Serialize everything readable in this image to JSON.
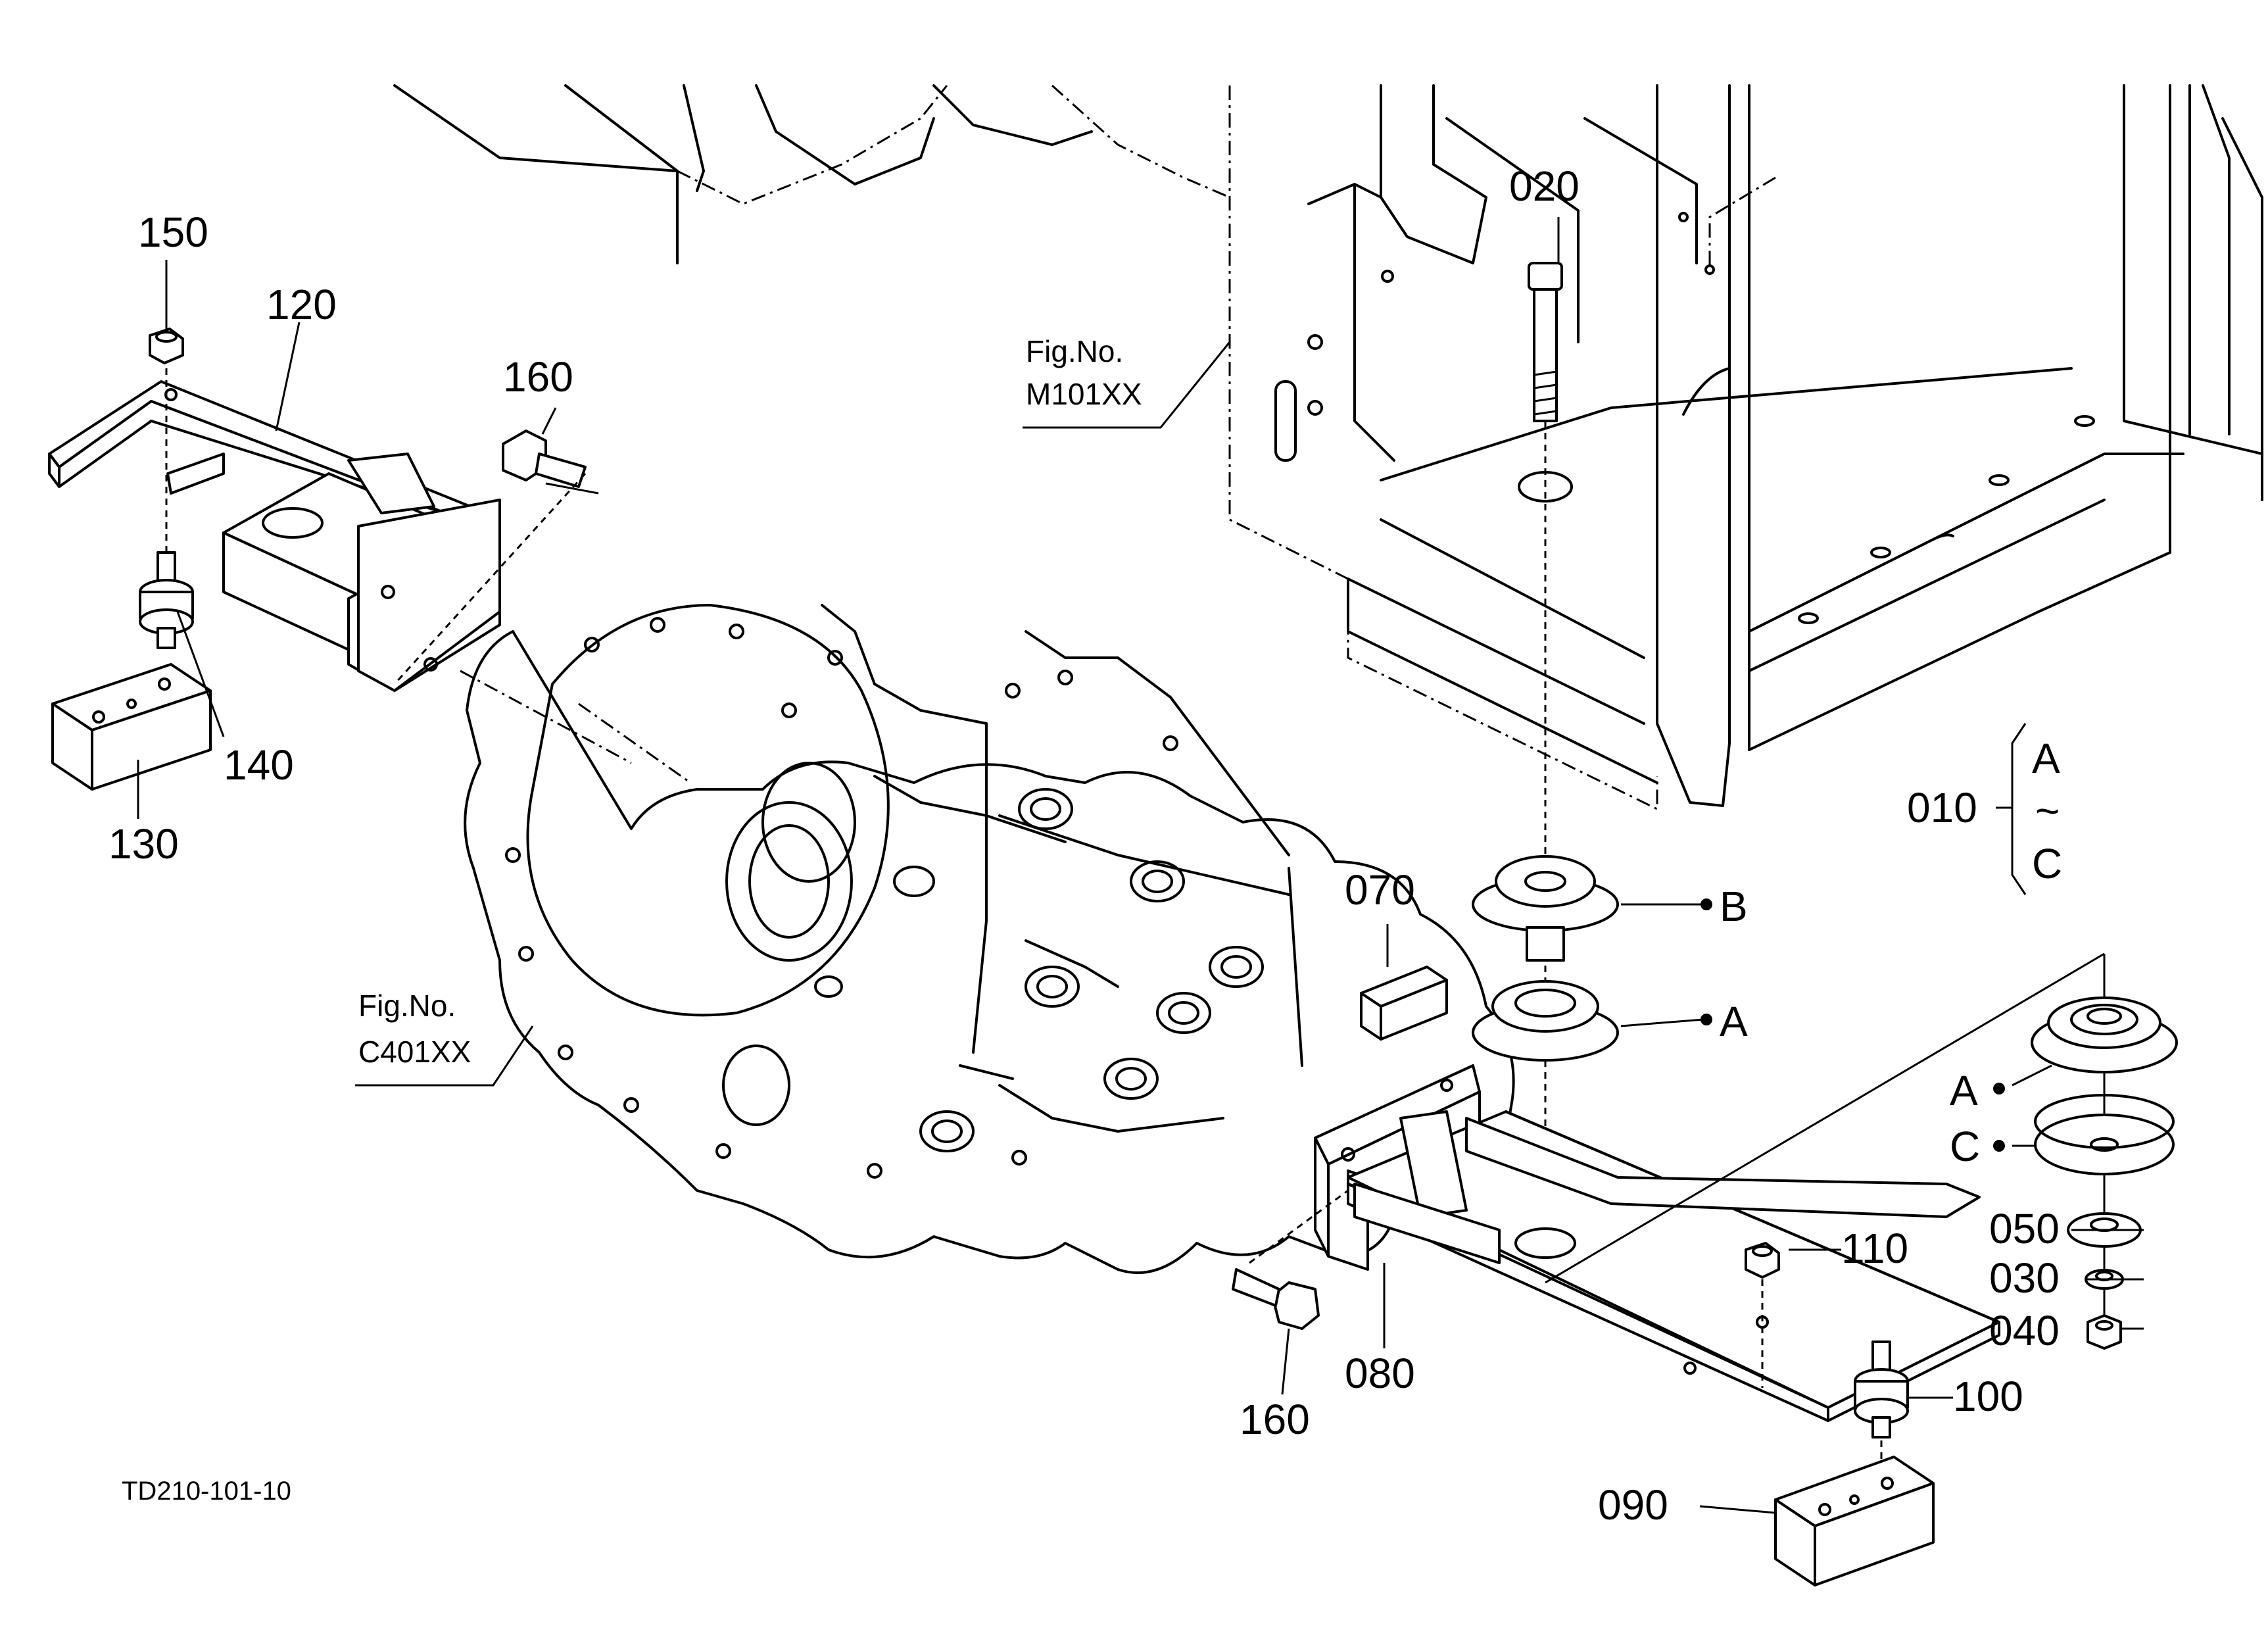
{
  "callouts": {
    "c150": "150",
    "c120": "120",
    "c160a": "160",
    "c140": "140",
    "c130": "130",
    "c020": "020",
    "c010": "010",
    "c070": "070",
    "c110": "110",
    "c050": "050",
    "c030": "030",
    "c040": "040",
    "c100": "100",
    "c090": "090",
    "c080": "080",
    "c160b": "160"
  },
  "variants": {
    "a_top": "A",
    "tilde": "~",
    "c_bottom": "C",
    "b_label": "B",
    "a_label": "A",
    "a_right": "A",
    "c_right": "C"
  },
  "figure_refs": {
    "m101_title": "Fig.No.",
    "m101_code": "M101XX",
    "c401_title": "Fig.No.",
    "c401_code": "C401XX"
  },
  "drawing_code": "TD210-101-10"
}
